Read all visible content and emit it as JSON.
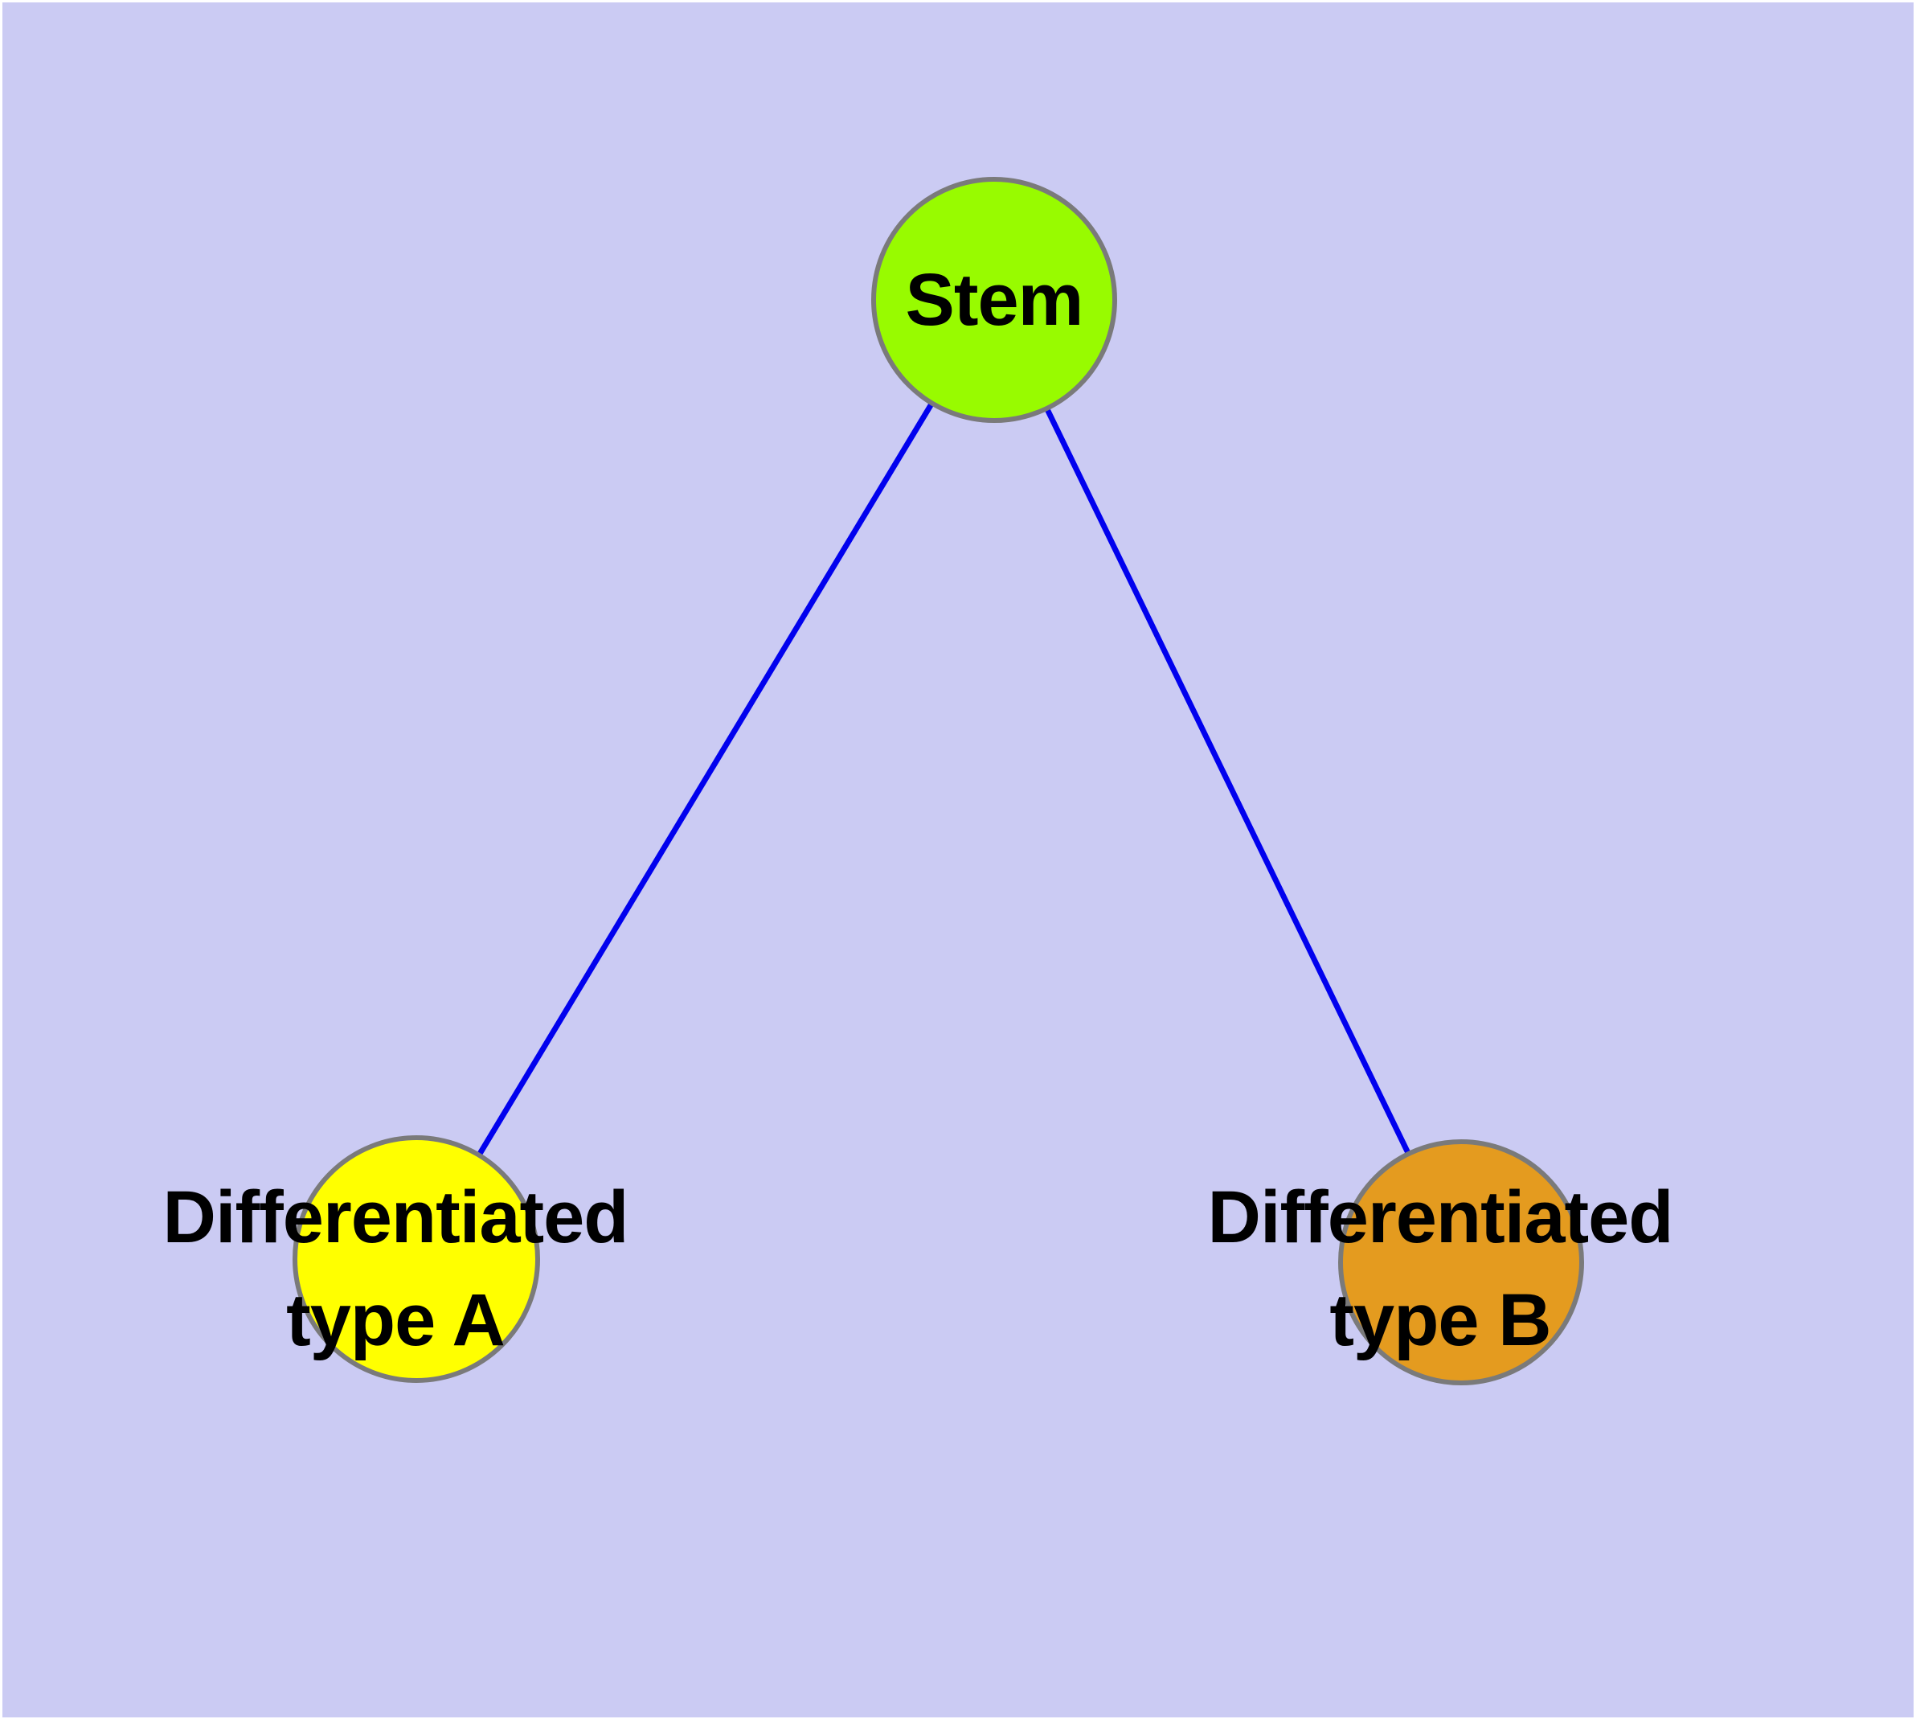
{
  "figure": {
    "background_color": "#cbcbf3",
    "frame_color": "#ffffff"
  },
  "graph": {
    "nodes": {
      "stem": {
        "label": "Stem",
        "fill": "#98fb00",
        "border_color": "#7a7a7a",
        "label_color": "#000000"
      },
      "type_a": {
        "label_line1": "Differentiated",
        "label_line2": "type A",
        "fill": "#ffff00",
        "border_color": "#7a7a7a",
        "label_color": "#000000"
      },
      "type_b": {
        "label_line1": "Differentiated",
        "label_line2": "type B",
        "fill": "#e49b1f",
        "border_color": "#7a7a7a",
        "label_color": "#000000"
      }
    },
    "edges": {
      "color": "#0101ee",
      "list": [
        {
          "from": "Stem",
          "to": "Differentiated type A"
        },
        {
          "from": "Stem",
          "to": "Differentiated type B"
        }
      ]
    }
  }
}
